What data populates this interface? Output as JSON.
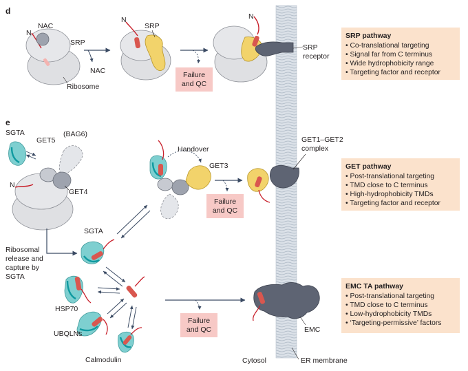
{
  "panels": {
    "d": "d",
    "e": "e"
  },
  "labels": {
    "N": "N",
    "NAC": "NAC",
    "SRP": "SRP",
    "ribosome": "Ribosome",
    "srp_receptor_1": "SRP",
    "srp_receptor_2": "receptor",
    "sgta": "SGTA",
    "bag6": "(BAG6)",
    "get5": "GET5",
    "get4": "GET4",
    "handover": "Handover",
    "get3": "GET3",
    "get1_get2_1": "GET1–GET2",
    "get1_get2_2": "complex",
    "ribosomal_release": [
      "Ribosomal",
      "release and",
      "capture by",
      "SGTA"
    ],
    "hsp70": "HSP70",
    "ubqlns": "UBQLNs",
    "calmodulin": "Calmodulin",
    "emc": "EMC",
    "cytosol": "Cytosol",
    "er_membrane": "ER membrane"
  },
  "failure_qc": [
    "Failure",
    "and QC"
  ],
  "pathways": [
    {
      "title": "SRP pathway",
      "items": [
        "Co-translational targeting",
        "Signal far from C terminus",
        "Wide hydrophobicity range",
        "Targeting factor and receptor"
      ]
    },
    {
      "title": "GET pathway",
      "items": [
        "Post-translational targeting",
        "TMD close to C terminus",
        "High-hydrophobicity TMDs",
        "Targeting factor and receptor"
      ]
    },
    {
      "title": "EMC TA pathway",
      "items": [
        "Post-translational targeting",
        "TMD close to C terminus",
        "Low-hydrophobicity TMDs",
        "‘Targeting-permissive’ factors"
      ]
    }
  ],
  "colors": {
    "ribosome": "#dfe0e3",
    "protein_gray": "#9ea3ae",
    "srp_yellow": "#f2d36b",
    "sgta_teal": "#7ecfd0",
    "sgta_dark": "#0f9aa0",
    "tmd_red": "#d9574f",
    "chain_red": "#c8202b",
    "failure_box": "#f7c9c6",
    "pathway_box": "#fbe2cc",
    "membrane": "#cdd5de",
    "receptor": "#5e6473",
    "arrow": "#3a4a63"
  }
}
